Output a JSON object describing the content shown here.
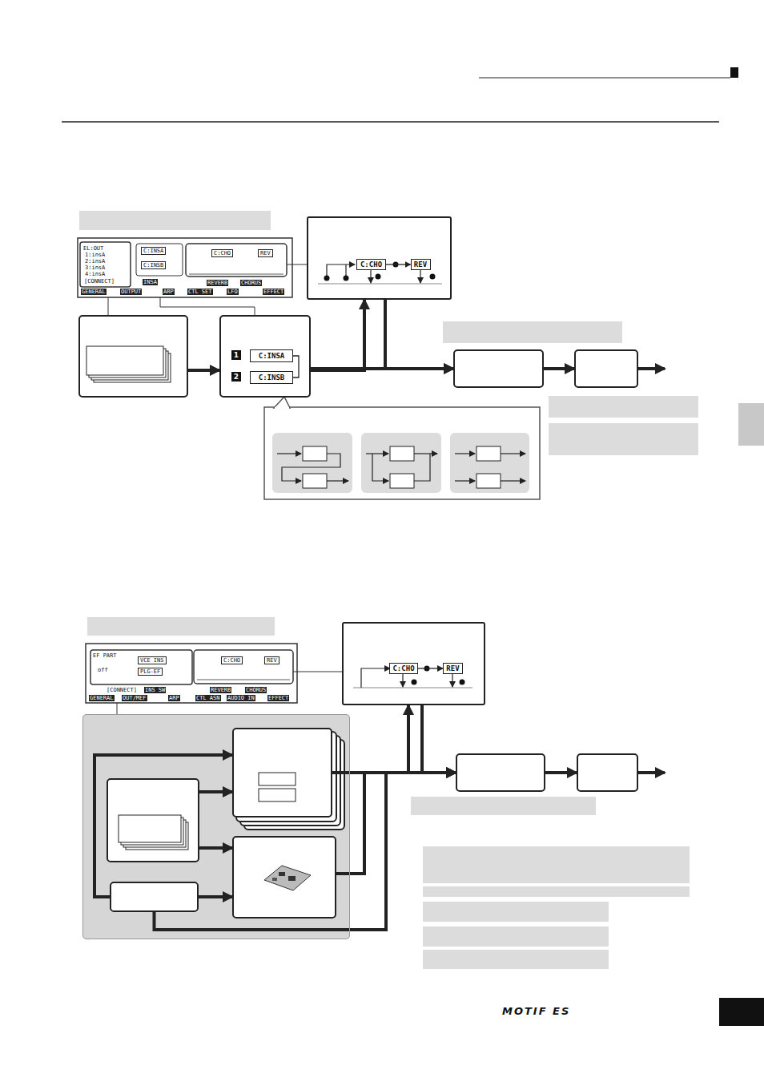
{
  "diagram": {
    "nodes": [
      {
        "text": []
      },
      {
        "text": [
          "C:CHO"
        ],
        "in": 0
      },
      {
        "text": [
          "REV"
        ],
        "in": 0
      },
      {
        "text": []
      },
      {
        "text": []
      },
      {
        "text": [
          "C:INSA"
        ],
        "in": 4
      },
      {
        "text": [
          "C:INSB"
        ],
        "in": 4
      },
      {
        "text": []
      },
      {
        "text": []
      },
      {
        "text": []
      },
      {
        "text": [
          "C:CHO"
        ],
        "in": 9
      },
      {
        "text": [
          "REV"
        ],
        "in": 9
      },
      {
        "text": []
      },
      {
        "text": [],
        "in": 12
      },
      {
        "text": [],
        "in": 12
      },
      {
        "text": [],
        "in": 12
      },
      {
        "text": [],
        "in": 12
      },
      {
        "text": []
      },
      {
        "text": []
      }
    ],
    "edges": [
      {
        "from": 1,
        "to": 2,
        "arrow": "to"
      },
      {
        "from": 5,
        "to": 6,
        "arrow": "none"
      },
      {
        "from": 3,
        "to": 4,
        "arrow": "to"
      },
      {
        "from": 4,
        "to": 7,
        "arrow": "to"
      },
      {
        "from": 4,
        "to": 0,
        "arrow": "to"
      },
      {
        "from": 0,
        "to": 7,
        "arrow": "to"
      },
      {
        "from": 7,
        "to": 8,
        "arrow": "to"
      },
      {
        "from": 10,
        "to": 11,
        "arrow": "to"
      },
      {
        "from": 14,
        "to": 13,
        "arrow": "to"
      },
      {
        "from": 14,
        "to": 16,
        "arrow": "to"
      },
      {
        "from": 15,
        "to": 13,
        "arrow": "to"
      },
      {
        "from": 15,
        "to": 16,
        "arrow": "to"
      },
      {
        "from": 13,
        "to": 17,
        "arrow": "to"
      },
      {
        "from": 16,
        "to": 17,
        "arrow": "to"
      },
      {
        "from": 15,
        "to": 17,
        "arrow": "to"
      },
      {
        "from": 13,
        "to": 9,
        "arrow": "to"
      },
      {
        "from": 9,
        "to": 17,
        "arrow": "to"
      },
      {
        "from": 17,
        "to": 18,
        "arrow": "to"
      }
    ],
    "labels": [
      "EL:OUT",
      "1:insA",
      "2:insA",
      "3:insA",
      "4:insA",
      "[CONNECT]",
      "INSA",
      "REVERB",
      "CHORUS",
      "GENERAL",
      "OUTPUT",
      "ARP",
      "CTL SET",
      "LFO",
      "EFFECT",
      "C:INSA",
      "C:INSB",
      "C:CHO",
      "REV",
      "1",
      "2",
      "EF PART",
      "off",
      "VCE INS",
      "PLG-EF",
      "[CONNECT]",
      "INS SW",
      "REVERB",
      "CHORUS",
      "GENERAL",
      "OUT/MEF",
      "ARP",
      "CTL ASN",
      "AUDIO IN",
      "EFFECT",
      "C:CHO",
      "REV",
      "MOTIF ES"
    ]
  }
}
